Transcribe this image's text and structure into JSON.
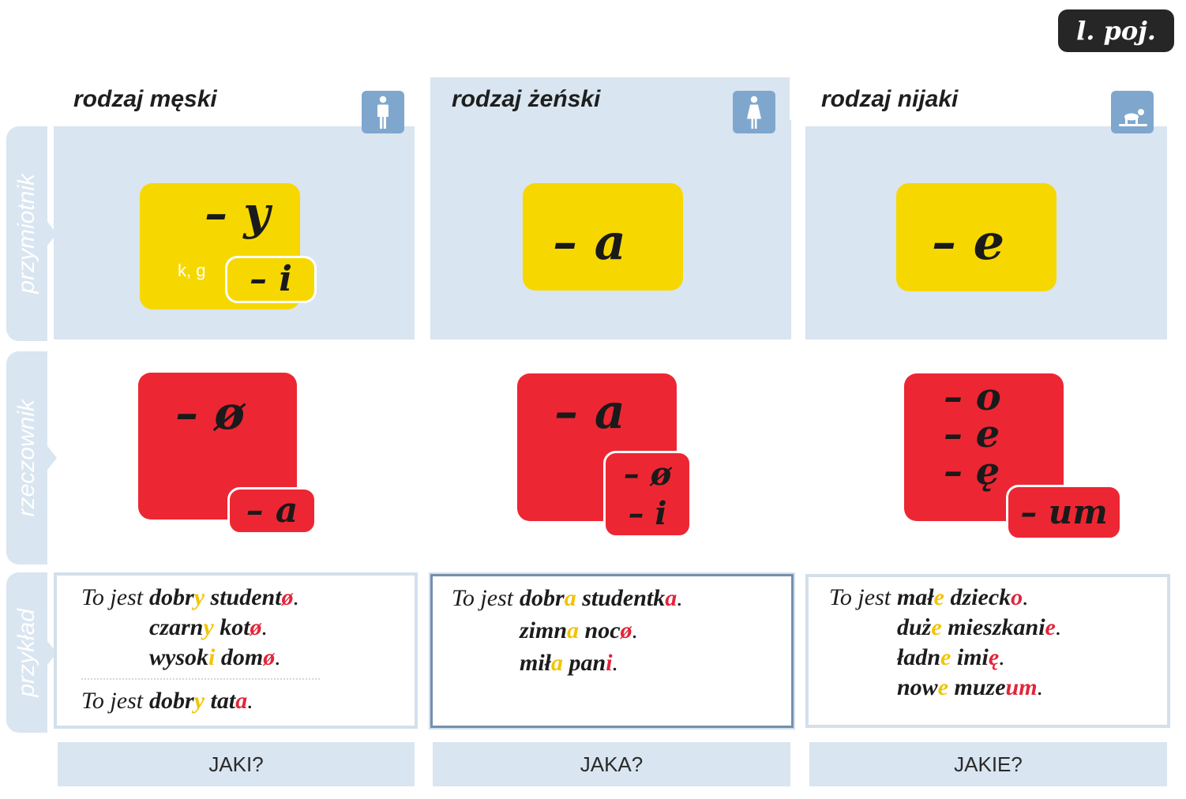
{
  "badge": "l. poj.",
  "row_labels": {
    "adjective": "przymiotnik",
    "noun": "rzeczownik",
    "example": "przykład"
  },
  "columns": [
    {
      "header": "rodzaj męski",
      "icon": "male-icon",
      "adjective": {
        "ending": "– y",
        "condition": "k, g",
        "variant": "– i"
      },
      "noun": {
        "endings": [
          "– ø"
        ],
        "variants": [
          "– a"
        ]
      },
      "example_groups": [
        [
          {
            "prefix": "To jest",
            "adj_stem": "dobr",
            "adj_end": "y",
            "noun_stem": "student",
            "noun_end": "ø",
            "punct": "."
          },
          {
            "adj_stem": "czarn",
            "adj_end": "y",
            "noun_stem": "kot",
            "noun_end": "ø",
            "punct": "."
          },
          {
            "adj_stem": "wysok",
            "adj_end": "i",
            "noun_stem": "dom",
            "noun_end": "ø",
            "punct": "."
          }
        ],
        [
          {
            "prefix": "To jest",
            "adj_stem": "dobr",
            "adj_end": "y",
            "noun_stem": "tat",
            "noun_end": "a",
            "punct": "."
          }
        ]
      ],
      "question": "JAKI?"
    },
    {
      "header": "rodzaj żeński",
      "icon": "female-icon",
      "adjective": {
        "ending": "– a"
      },
      "noun": {
        "endings": [
          "– a"
        ],
        "variants": [
          "– ø",
          "– i"
        ]
      },
      "example_groups": [
        [
          {
            "prefix": "To jest",
            "adj_stem": "dobr",
            "adj_end": "a",
            "noun_stem": "studentk",
            "noun_end": "a",
            "punct": "."
          },
          {
            "adj_stem": "zimn",
            "adj_end": "a",
            "noun_stem": "noc",
            "noun_end": "ø",
            "punct": "."
          },
          {
            "adj_stem": "mił",
            "adj_end": "a",
            "noun_stem": "pan",
            "noun_end": "i",
            "punct": "."
          }
        ]
      ],
      "question": "JAKA?"
    },
    {
      "header": "rodzaj nijaki",
      "icon": "child-icon",
      "adjective": {
        "ending": "– e"
      },
      "noun": {
        "endings": [
          "– o",
          "– e",
          "– ę"
        ],
        "variants": [
          "– um"
        ]
      },
      "example_groups": [
        [
          {
            "prefix": "To jest",
            "adj_stem": "mał",
            "adj_end": "e",
            "noun_stem": "dzieck",
            "noun_end": "o",
            "punct": "."
          },
          {
            "adj_stem": "duż",
            "adj_end": "e",
            "noun_stem": "mieszkani",
            "noun_end": "e",
            "punct": "."
          },
          {
            "adj_stem": "ładn",
            "adj_end": "e",
            "noun_stem": "imi",
            "noun_end": "ę",
            "punct": "."
          },
          {
            "adj_stem": "now",
            "adj_end": "e",
            "noun_stem": "muze",
            "noun_end": "um",
            "punct": "."
          }
        ]
      ],
      "question": "JAKIE?"
    }
  ],
  "colors": {
    "adjective_box": "#f6d800",
    "noun_box": "#ec2733",
    "adjective_ending_text": "#f2c400",
    "noun_ending_text": "#e2253a",
    "panel": "#d9e5f0",
    "icon_background": "#7fa7cd",
    "badge_background": "#262626"
  }
}
